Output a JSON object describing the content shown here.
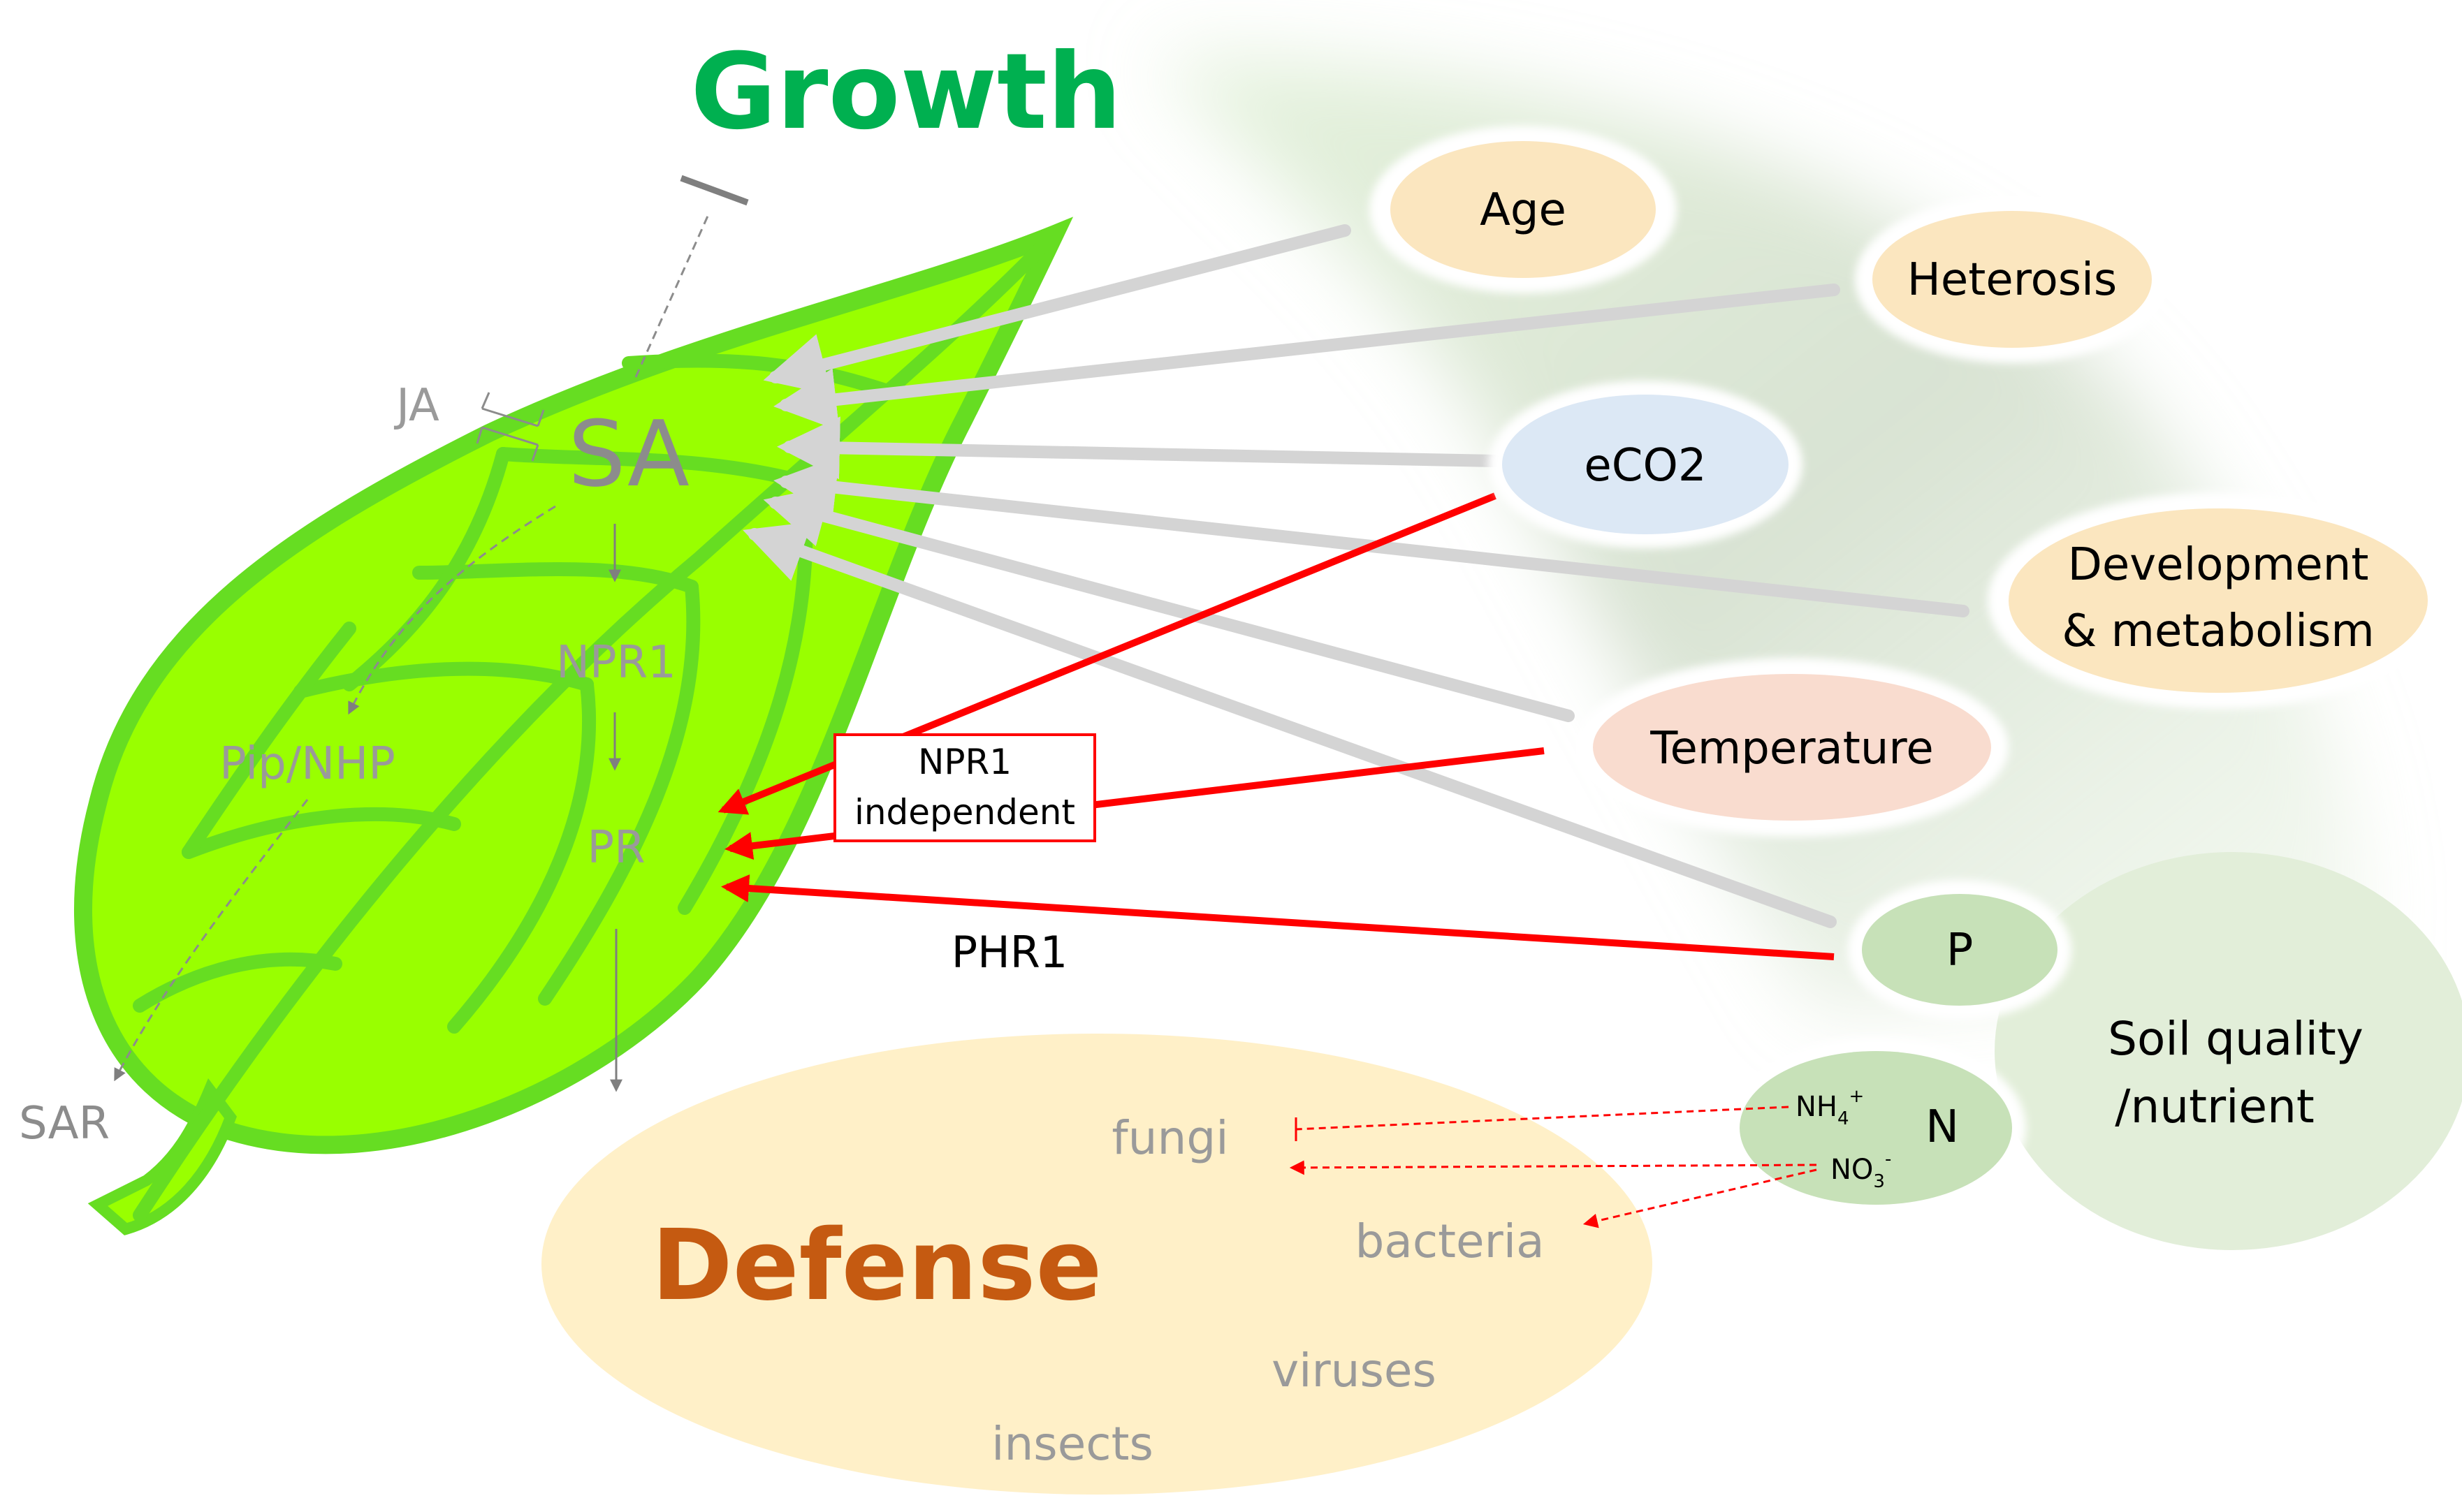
{
  "title_growth": "Growth",
  "title_defense": "Defense",
  "leaf": {
    "sa": "SA",
    "ja": "JA",
    "npr1": "NPR1",
    "pr": "PR",
    "pip_nhp": "Pip/NHP",
    "sar": "SAR"
  },
  "factors": {
    "age": "Age",
    "heterosis": "Heterosis",
    "eco2": "eCO2",
    "development_line1": "Development",
    "development_line2": "& metabolism",
    "temperature": "Temperature",
    "p": "P",
    "n": "N",
    "soil_line1": "Soil quality",
    "soil_line2": "/nutrient",
    "nh4": "NH",
    "nh4_sub": "4",
    "nh4_sup": "+",
    "no3": "NO",
    "no3_sub": "3",
    "no3_sup": "-"
  },
  "labels": {
    "npr1_independent_line1": "NPR1",
    "npr1_independent_line2": "independent",
    "phr1": "PHR1"
  },
  "pathogens": {
    "fungi": "fungi",
    "bacteria": "bacteria",
    "viruses": "viruses",
    "insects": "insects"
  },
  "colors": {
    "growth": "#00b050",
    "defense": "#c55a11",
    "red_arrow": "#ff0000",
    "grey_arrow": "#d4d4d4",
    "leaf_fill": "#99ff00",
    "leaf_edge": "#66dd22",
    "grey_text": "#8c8c8c",
    "age_fill": "#fbe6bf",
    "eco2_fill": "#dce8f5",
    "temp_fill": "#f9dccf",
    "soil_fill": "#e2eed9",
    "pn_fill": "#c7e1b8",
    "defense_fill": "#fff0c8"
  }
}
